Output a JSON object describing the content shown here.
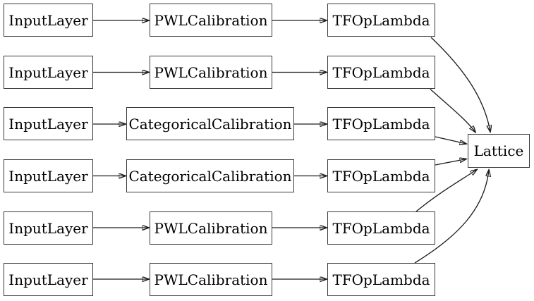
{
  "diagram": {
    "type": "model-graph",
    "colors": {
      "background": "#ffffff",
      "node_border": "#3a3a3a",
      "edge": "#1e1e1e",
      "text": "#000000"
    },
    "rows": [
      {
        "input": "InputLayer",
        "calibration": "PWLCalibration",
        "op": "TFOpLambda"
      },
      {
        "input": "InputLayer",
        "calibration": "PWLCalibration",
        "op": "TFOpLambda"
      },
      {
        "input": "InputLayer",
        "calibration": "CategoricalCalibration",
        "op": "TFOpLambda"
      },
      {
        "input": "InputLayer",
        "calibration": "CategoricalCalibration",
        "op": "TFOpLambda"
      },
      {
        "input": "InputLayer",
        "calibration": "PWLCalibration",
        "op": "TFOpLambda"
      },
      {
        "input": "InputLayer",
        "calibration": "PWLCalibration",
        "op": "TFOpLambda"
      }
    ],
    "sink": {
      "label": "Lattice"
    },
    "edges": [
      {
        "from": "input_1",
        "to": "calibration_1"
      },
      {
        "from": "calibration_1",
        "to": "op_1"
      },
      {
        "from": "op_1",
        "to": "lattice"
      },
      {
        "from": "input_2",
        "to": "calibration_2"
      },
      {
        "from": "calibration_2",
        "to": "op_2"
      },
      {
        "from": "op_2",
        "to": "lattice"
      },
      {
        "from": "input_3",
        "to": "calibration_3"
      },
      {
        "from": "calibration_3",
        "to": "op_3"
      },
      {
        "from": "op_3",
        "to": "lattice"
      },
      {
        "from": "input_4",
        "to": "calibration_4"
      },
      {
        "from": "calibration_4",
        "to": "op_4"
      },
      {
        "from": "op_4",
        "to": "lattice"
      },
      {
        "from": "input_5",
        "to": "calibration_5"
      },
      {
        "from": "calibration_5",
        "to": "op_5"
      },
      {
        "from": "op_5",
        "to": "lattice"
      },
      {
        "from": "input_6",
        "to": "calibration_6"
      },
      {
        "from": "calibration_6",
        "to": "op_6"
      },
      {
        "from": "op_6",
        "to": "lattice"
      }
    ]
  }
}
